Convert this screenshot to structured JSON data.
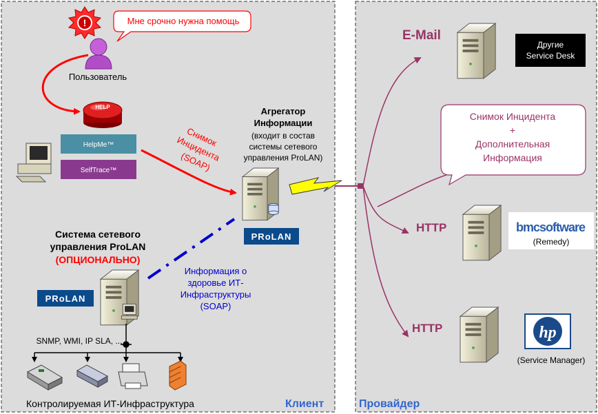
{
  "zones": {
    "client_label": "Клиент",
    "provider_label": "Провайдер"
  },
  "user": {
    "bubble_text": "Мне срочно нужна помощь",
    "label": "Пользователь",
    "help_button": "HELP"
  },
  "apps": {
    "helpme": "HelpMe™",
    "selftrace": "SelfTrace™"
  },
  "snapshot_soap": {
    "line1": "Снимок",
    "line2": "Инцидента",
    "line3": "(SOAP)"
  },
  "aggregator": {
    "title1": "Агрегатор",
    "title2": "Информации",
    "sub1": "(входит в состав",
    "sub2": "системы сетевого",
    "sub3": "управления ProLAN)"
  },
  "nms": {
    "title1": "Система сетевого",
    "title2": "управления ProLAN",
    "optional": "(ОПЦИОНАЛЬНО)"
  },
  "brand": {
    "prolan": "PRoLAN"
  },
  "health_info": {
    "line1": "Информация  о",
    "line2": "здоровье ИТ-",
    "line3": "Инфраструктуры",
    "line4": "(SOAP)"
  },
  "protocols": "SNMP, WMI, IP SLA, ...",
  "infrastructure_label": "Контролируемая ИТ-Инфраструктура",
  "provider": {
    "email_label": "E-Mail",
    "other_sd1": "Другие",
    "other_sd2": "Service Desk",
    "callout1": "Снимок Инцидента",
    "callout2": "+",
    "callout3": "Дополнительная",
    "callout4": "Информация",
    "http1": "HTTP",
    "http2": "HTTP",
    "bmc_logo": "bmcsoftware",
    "bmc_sub": "(Remedy)",
    "hp_logo": "hp",
    "hp_sub": "(Service Manager)"
  },
  "colors": {
    "zone_bg": "#dcdcdc",
    "red": "#ff0000",
    "maroon": "#993366",
    "blue": "#0000cc",
    "prolan_bg": "#0b4a8b",
    "helpme_bg": "#4a8fa3",
    "selftrace_bg": "#8a3a8e"
  }
}
